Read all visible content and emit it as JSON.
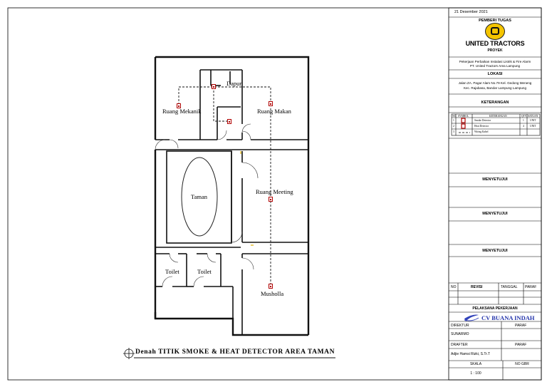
{
  "drawing": {
    "title": "Denah TITIK SMOKE & HEAT DETECTOR  AREA TAMAN",
    "rooms": [
      {
        "label": "Ruang Mekanik"
      },
      {
        "label": "Dapur"
      },
      {
        "label": "Ruang Makan"
      },
      {
        "label": "Taman"
      },
      {
        "label": "Ruang Meeting"
      },
      {
        "label": "Toilet"
      },
      {
        "label": "Toilet"
      },
      {
        "label": "Musholla"
      }
    ]
  },
  "title_block": {
    "date": "21 Desember 2021",
    "pemberi_tugas_label": "PEMBERI TUGAS",
    "client_logo_text": "UNITED TRACTORS",
    "proyek_label": "PROYEK",
    "proyek_line1": "Pekerjaan Perbaikan Instalasi Listrik & Fire Alarm",
    "proyek_line2": "PT. United Tractors Area Lampung",
    "lokasi_label": "LOKASI",
    "lokasi_line1": "Jalan ZA. Pagar Alam No.79 Kel. Gedong Meneng",
    "lokasi_line2": "Kec. Rajabasa, Bandar Lampung Lampung",
    "keterangan_label": "KETERANGAN",
    "legend_headers": [
      "NO",
      "SYMBOL",
      "KETERANGAN",
      "QTY",
      "SATUAN"
    ],
    "legend_rows": [
      {
        "no": "1",
        "ket": "Smoke Detector",
        "qty": "1",
        "satuan": "UNIT"
      },
      {
        "no": "2",
        "ket": "Heat Detector",
        "qty": "4",
        "satuan": "UNIT"
      },
      {
        "no": "3",
        "ket": "Wiring Kabel",
        "qty": "",
        "satuan": ""
      }
    ],
    "menyetujui_1": "MENYETUJUI",
    "menyetujui_2": "MENYETUJUI",
    "menyetujui_3": "MENYETUJUI",
    "revisi_headers": [
      "NO",
      "REVISI",
      "TANGGAL",
      "PARAF"
    ],
    "pelaksana_label": "PELAKSANA PEKERJAAN",
    "contractor_name": "CV BUANA INDAH",
    "direktur_label": "DIREKTUR",
    "paraf_label_1": "PARAF",
    "direktur_name": "SUNARMO",
    "drafter_label": "DRAFTER",
    "paraf_label_2": "PARAF",
    "drafter_name": "Adjie Hamsi Rizki, S.Tr.T",
    "skala_label": "SKALA",
    "no_gbr_label": "NO GBR",
    "skala_value": "1 : 100"
  }
}
